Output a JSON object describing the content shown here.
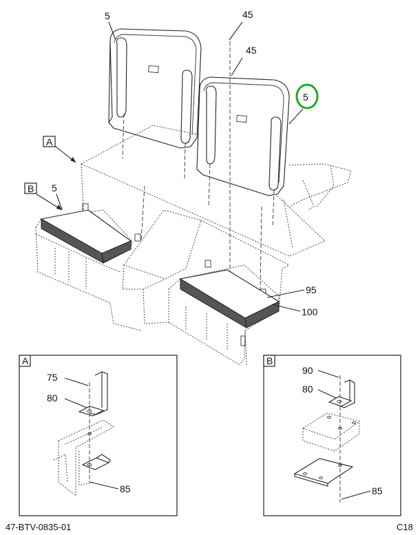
{
  "callouts": {
    "seatback_left": "5",
    "pin_top": "45",
    "pin_mid": "45",
    "seatback_right_highlighted": "5",
    "view_a_marker": "A",
    "view_b_marker": "B",
    "seat_cushion_left": "5",
    "part_95": "95",
    "part_100": "100"
  },
  "detail_a": {
    "title": "A",
    "labels": {
      "p75": "75",
      "p80": "80",
      "p85": "85"
    }
  },
  "detail_b": {
    "title": "B",
    "labels": {
      "p90": "90",
      "p80": "80",
      "p85": "85"
    }
  },
  "footer": {
    "drawing_number": "47-BTV-0835-01",
    "sheet": "C18"
  },
  "colors": {
    "highlight": "#22aa22",
    "ink": "#222222",
    "seat_shade": "#555555"
  }
}
